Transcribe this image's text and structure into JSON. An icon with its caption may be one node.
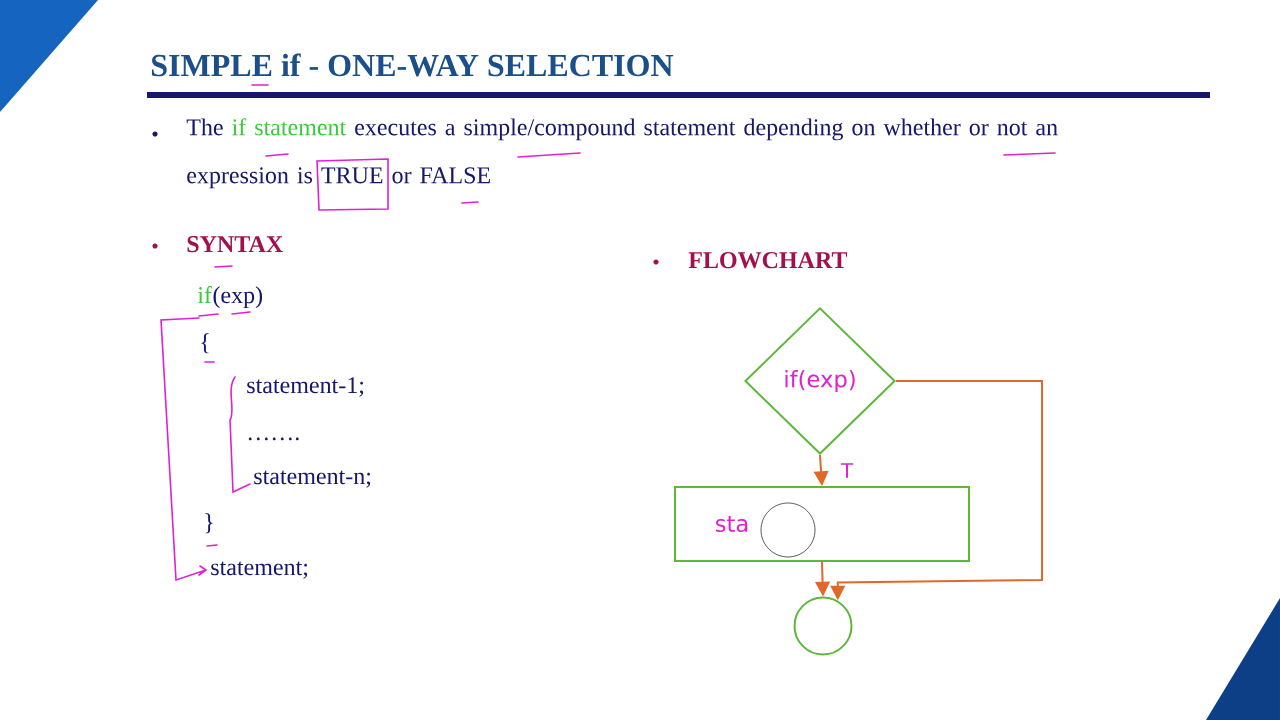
{
  "diagram": {
    "title": "SIMPLE if - ONE-WAY SELECTION",
    "nodes": [
      {
        "text": [
          "if(exp)"
        ]
      },
      {
        "text": [
          "sta"
        ]
      },
      {
        "text": [],
        "shape": "circle"
      }
    ],
    "edges": [
      {
        "from": 0,
        "to": 1,
        "arrow": "to",
        "label": "T"
      },
      {
        "from": 1,
        "to": 2,
        "arrow": "to"
      },
      {
        "from": 0,
        "to": 2,
        "arrow": "to"
      }
    ],
    "labels": [
      "The",
      "if statement",
      "executes a simple/compound statement depending on whether or not an expression is TRUE or FALSE",
      "SYNTAX",
      "if",
      "(exp)",
      "{",
      "statement-1;",
      "…….",
      "statement-n;",
      "}",
      "statement;",
      "FLOWCHART"
    ]
  }
}
